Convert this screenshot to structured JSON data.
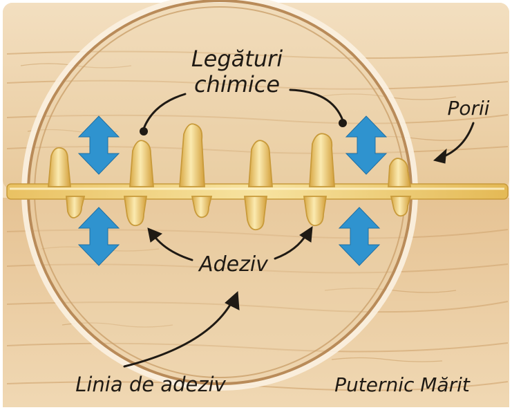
{
  "labels": {
    "chemical_bonds_line1": "Legături",
    "chemical_bonds_line2": "chimice",
    "pores": "Porii",
    "adhesive": "Adeziv",
    "adhesive_line": "Linia de adeziv",
    "magnified": "Puternic Mărit"
  },
  "colors": {
    "wood_light": "#f0d9b5",
    "wood_mid": "#e2bf8e",
    "wood_grain": "#c99a63",
    "adhesive": "#f1d27a",
    "adhesive_dark": "#c89a3a",
    "arrow_blue": "#2f93cf",
    "ring": "#b98b59",
    "text": "#1f1a14"
  },
  "icons": [
    "double-arrow-icon",
    "pointer-arrow-icon"
  ]
}
